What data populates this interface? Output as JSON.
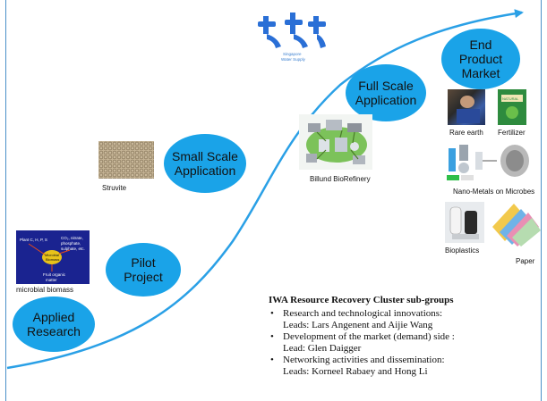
{
  "colors": {
    "bubble": "#1aa3e8",
    "curve": "#2aa0e6",
    "frame": "#4a90c8"
  },
  "stages": [
    {
      "id": "applied-research",
      "label": "Applied\nResearch"
    },
    {
      "id": "pilot-project",
      "label": "Pilot\nProject"
    },
    {
      "id": "small-scale",
      "label": "Small Scale\nApplication"
    },
    {
      "id": "full-scale",
      "label": "Full Scale\nApplication"
    },
    {
      "id": "end-product",
      "label": "End\nProduct\nMarket"
    }
  ],
  "captions": {
    "microbial": "microbial biomass",
    "struvite": "Struvite",
    "billund": "Billund BioRefinery",
    "rare_earth": "Rare earth",
    "fertilizer": "Fertilizer",
    "nano_metals": "Nano-Metals on Microbes",
    "bioplastics": "Bioplastics",
    "paper": "Paper"
  },
  "image_text": {
    "diagram_lines": [
      "Plant C, H, P, S",
      "CO₂, nitrate,",
      "phosphate,",
      "sulphate, etc.",
      "Microbial",
      "Biomass",
      "Fruit organic",
      "matter"
    ],
    "water_supply": [
      "Singapore",
      "Water Supply"
    ],
    "fertilizer_pack": "NATURAL"
  },
  "legend": {
    "title": "IWA Resource Recovery Cluster sub-groups",
    "items": [
      {
        "line1": "Research and technological innovations:",
        "line2": "Leads: Lars Angenent and Aijie Wang"
      },
      {
        "line1": "Development of the market (demand) side :",
        "line2": "Lead: Glen Daigger"
      },
      {
        "line1": "Networking activities and dissemination:",
        "line2": "Leads: Korneel Rabaey and Hong Li"
      }
    ]
  }
}
